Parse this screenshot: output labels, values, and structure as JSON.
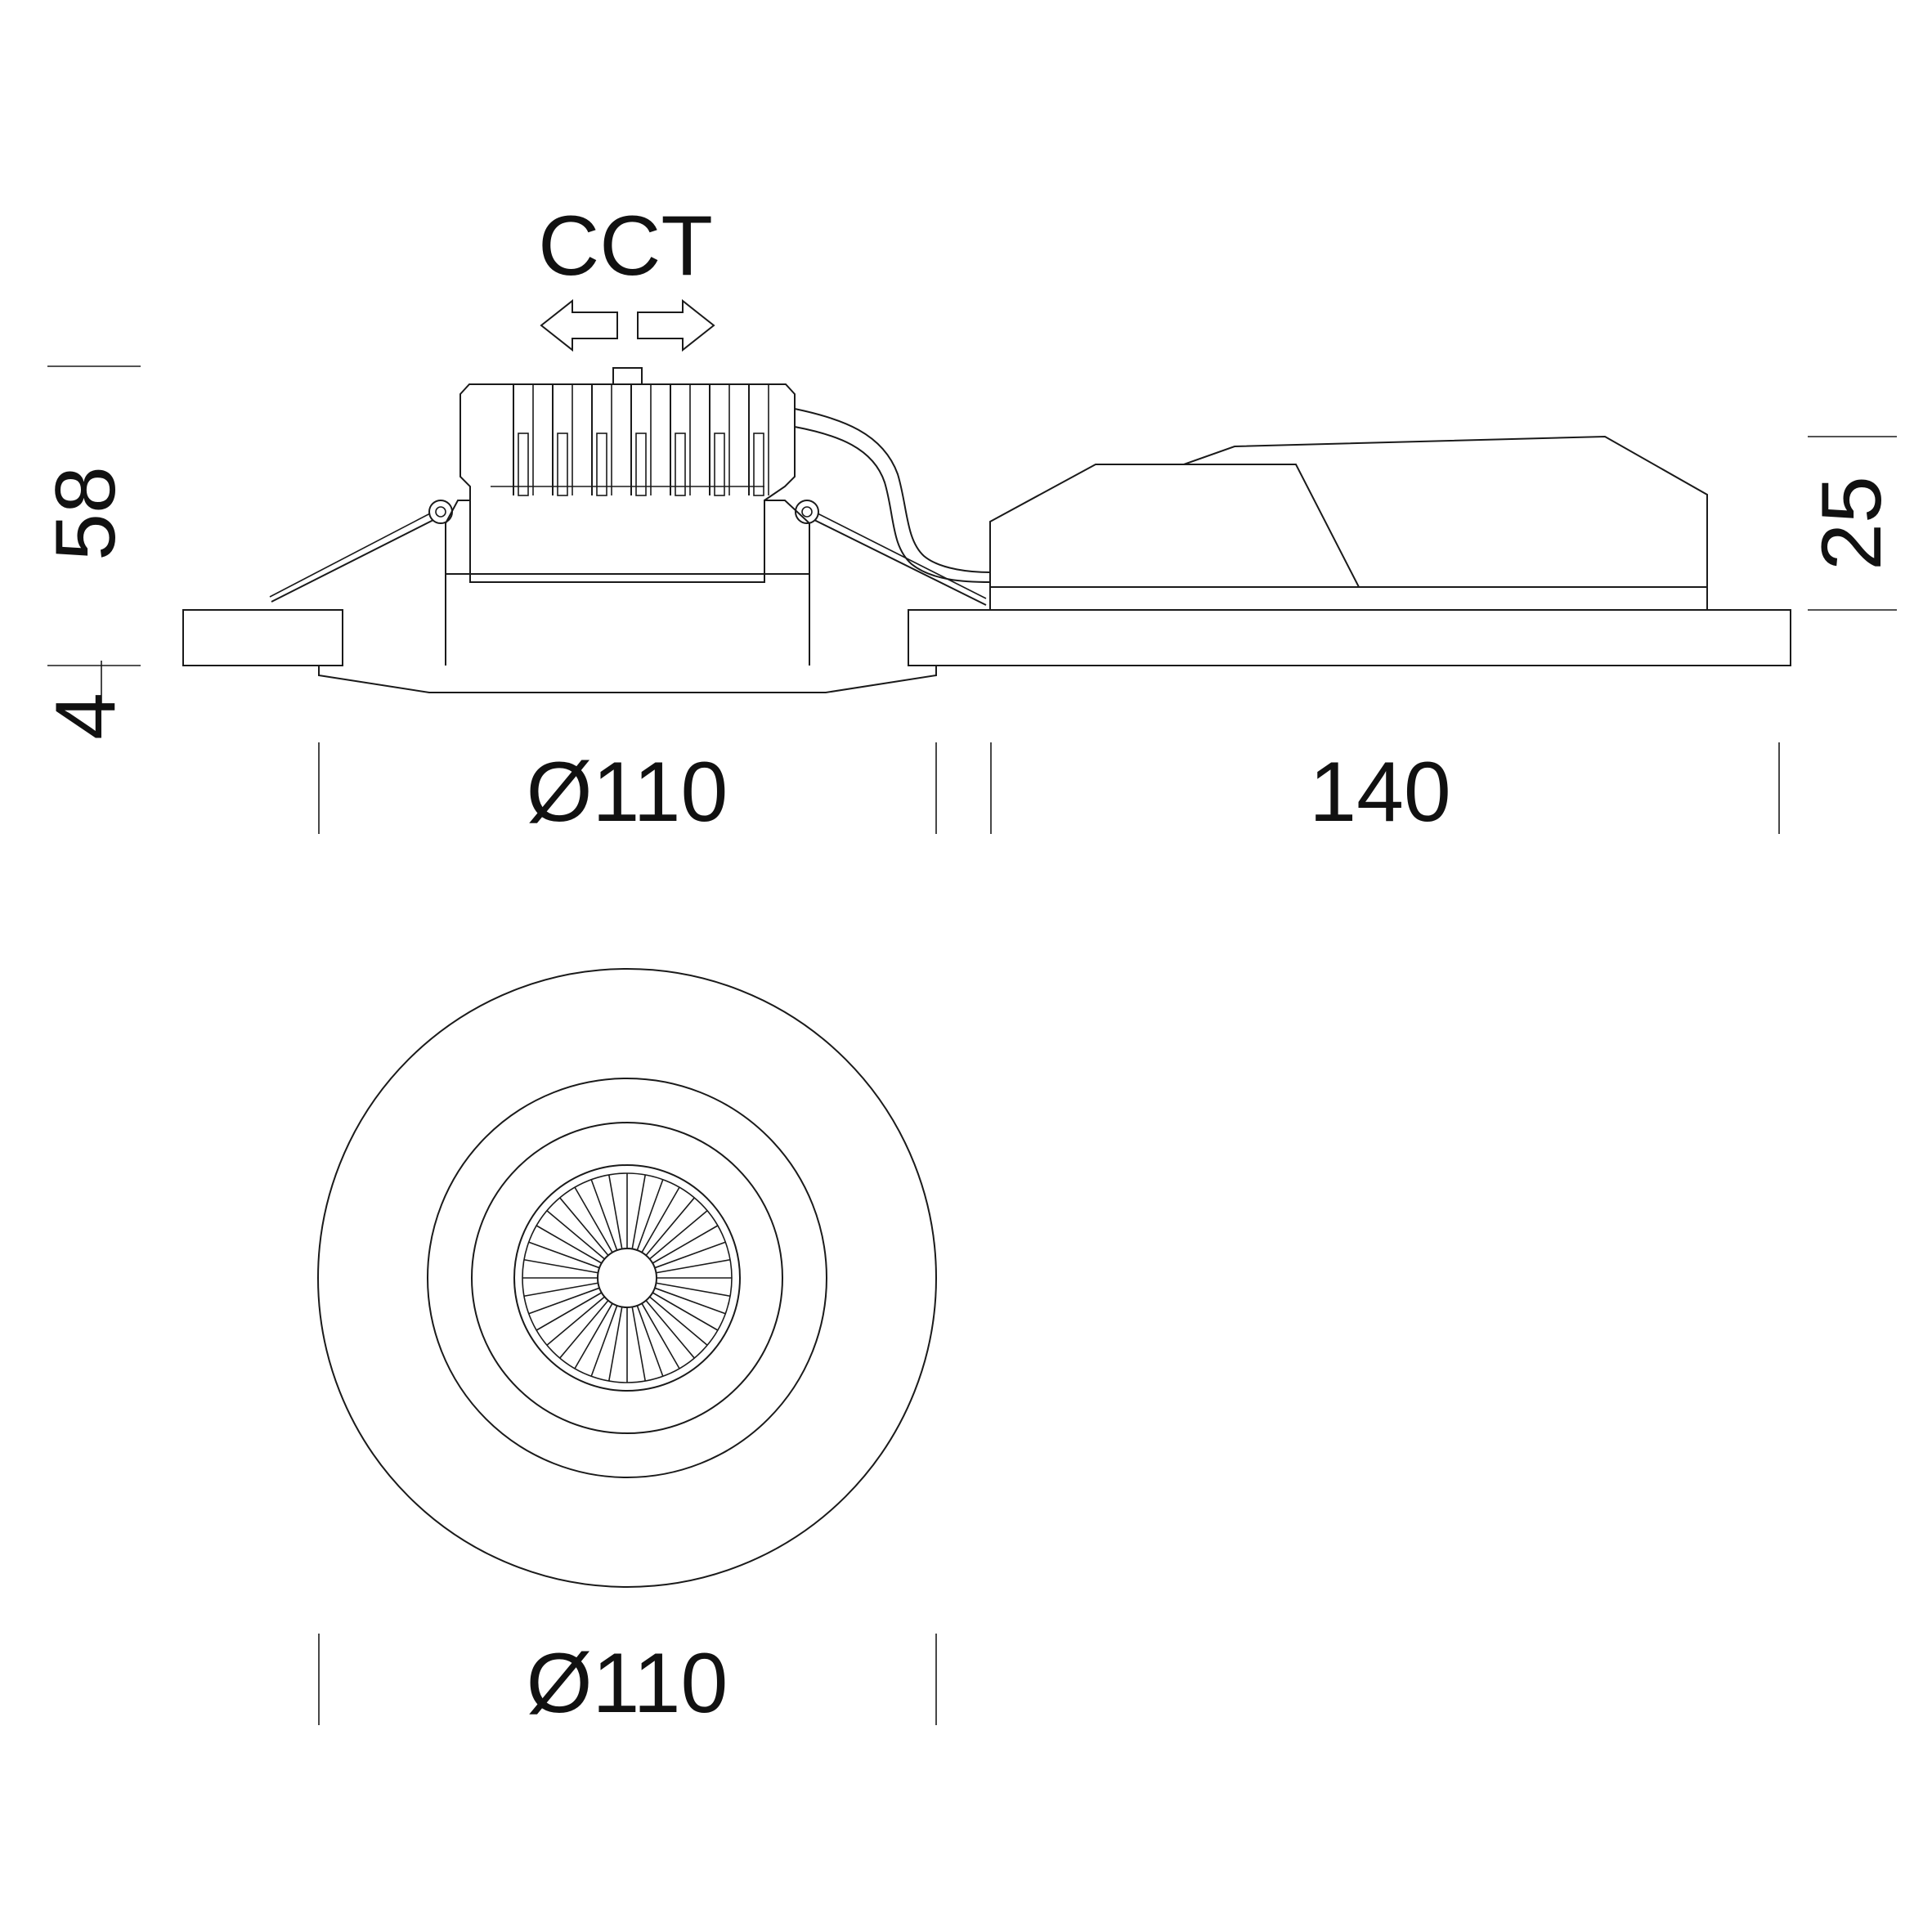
{
  "side_view": {
    "label_cct": "CCT",
    "dim_height": "58",
    "dim_flange": "4",
    "dim_diameter": "Ø110",
    "dim_driver_length": "140",
    "dim_driver_height": "25"
  },
  "front_view": {
    "dim_diameter": "Ø110"
  },
  "colors": {
    "line": "#1a1a1a",
    "background": "#ffffff"
  }
}
